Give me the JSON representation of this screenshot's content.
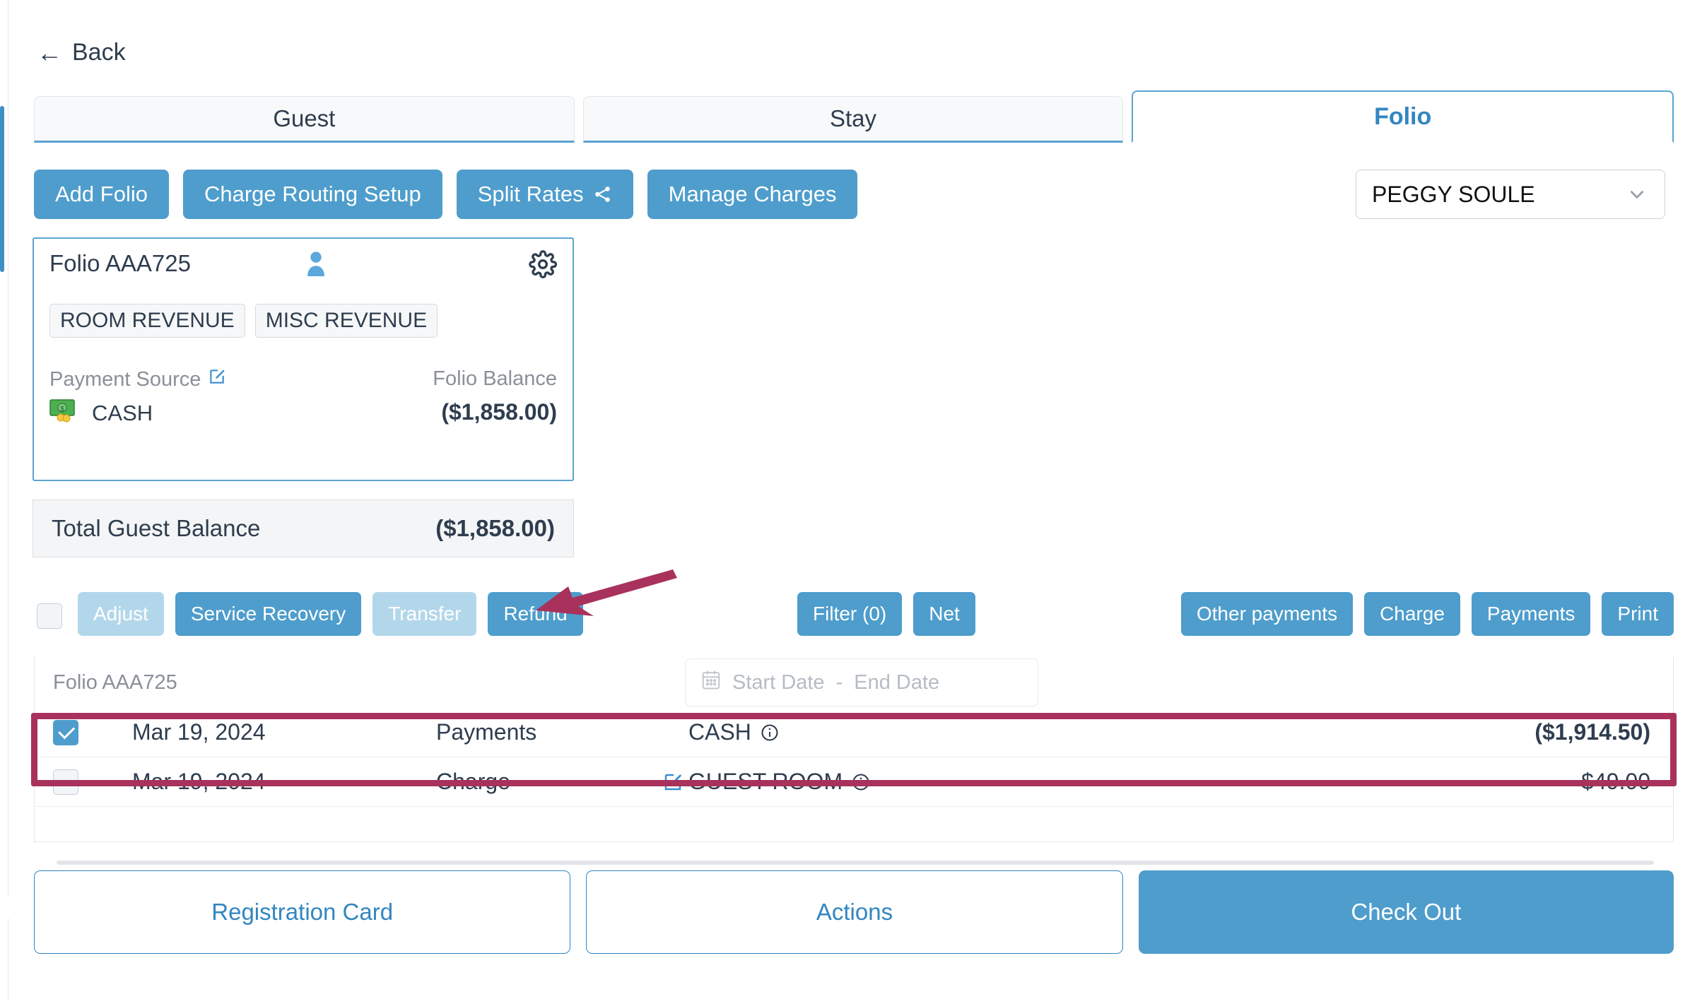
{
  "nav": {
    "back_label": "Back"
  },
  "tabs": [
    {
      "label": "Guest",
      "active": false
    },
    {
      "label": "Stay",
      "active": false
    },
    {
      "label": "Folio",
      "active": true
    }
  ],
  "primary_actions": [
    {
      "label": "Add Folio",
      "icon": null
    },
    {
      "label": "Charge Routing Setup",
      "icon": null
    },
    {
      "label": "Split Rates",
      "icon": "share-icon"
    },
    {
      "label": "Manage Charges",
      "icon": null
    }
  ],
  "guest_select": {
    "value": "PEGGY SOULE",
    "icon": "chevron-down-icon"
  },
  "folio_card": {
    "title": "Folio AAA725",
    "person_icon": "person-icon",
    "gear_icon": "gear-icon",
    "chips": [
      "ROOM REVENUE",
      "MISC REVENUE"
    ],
    "payment_source_label": "Payment Source",
    "payment_source_edit_icon": "edit-icon",
    "payment_source_value": "CASH",
    "payment_source_value_icon": "money-icon",
    "folio_balance_label": "Folio Balance",
    "folio_balance_value": "($1,858.00)"
  },
  "total_balance": {
    "label": "Total Guest Balance",
    "value": "($1,858.00)"
  },
  "toolbar": {
    "select_all_checked": false,
    "left_buttons": [
      {
        "label": "Adjust",
        "disabled": true
      },
      {
        "label": "Service Recovery",
        "disabled": false
      },
      {
        "label": "Transfer",
        "disabled": true
      },
      {
        "label": "Refund",
        "disabled": false
      }
    ],
    "mid_buttons": [
      {
        "label": "Filter (0)",
        "disabled": false
      },
      {
        "label": "Net",
        "disabled": false
      }
    ],
    "right_buttons": [
      {
        "label": "Other payments",
        "disabled": false
      },
      {
        "label": "Charge",
        "disabled": false
      },
      {
        "label": "Payments",
        "disabled": false
      },
      {
        "label": "Print",
        "disabled": false
      }
    ]
  },
  "annotation": {
    "arrow_color": "#a8325c",
    "arrow_points_to": "Refund",
    "highlight_color": "#a8325c",
    "highlight_target_row": 0
  },
  "table": {
    "folio_label": "Folio AAA725",
    "date_filter": {
      "calendar_icon": "calendar-icon",
      "start_placeholder": "Start Date",
      "separator": "-",
      "end_placeholder": "End Date"
    },
    "rows": [
      {
        "checked": true,
        "date": "Mar 19, 2024",
        "type": "Payments",
        "source": "CASH",
        "source_info_icon": "info-icon",
        "has_edit_icon": false,
        "amount": "($1,914.50)",
        "amount_bold": true,
        "highlighted": true
      },
      {
        "checked": false,
        "date": "Mar 19, 2024",
        "type": "Charge",
        "source": "GUEST ROOM",
        "source_info_icon": "info-icon",
        "has_edit_icon": true,
        "edit_icon": "edit-icon",
        "amount": "$49.00",
        "amount_bold": false,
        "highlighted": false
      }
    ]
  },
  "footer": {
    "buttons": [
      {
        "label": "Registration Card",
        "style": "outline"
      },
      {
        "label": "Actions",
        "style": "outline"
      },
      {
        "label": "Check Out",
        "style": "fill"
      }
    ]
  },
  "colors": {
    "primary_blue": "#4e9dcc",
    "tab_active_blue": "#3286c0",
    "disabled_blue": "#b3d7ea",
    "annotation_magenta": "#a8325c",
    "text_dark": "#2e3d4e",
    "text_muted": "#8a9099"
  }
}
